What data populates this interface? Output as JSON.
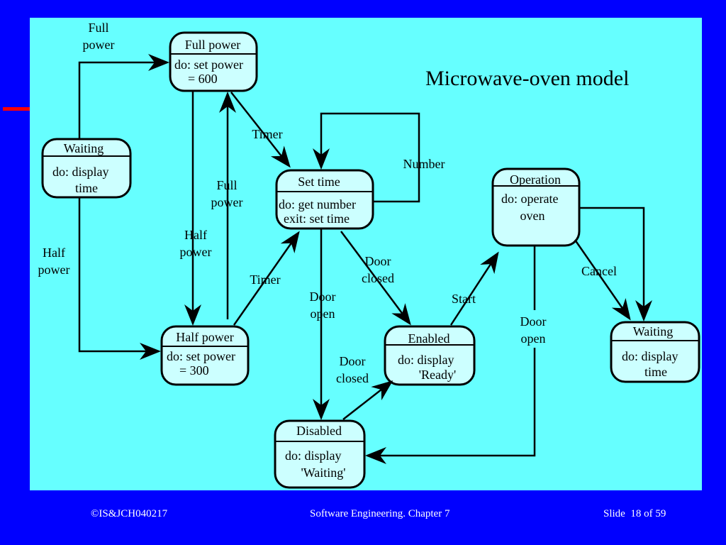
{
  "title": "Microwave-oven model",
  "states": {
    "full_power": {
      "name": "Full power",
      "activity": [
        "do: set power",
        "= 600"
      ]
    },
    "waiting_left": {
      "name": "Waiting",
      "activity": [
        "do: display",
        "time"
      ]
    },
    "half_power": {
      "name": "Half power",
      "activity": [
        "do: set power",
        "= 300"
      ]
    },
    "set_time": {
      "name": "Set time",
      "activity": [
        "do: get number",
        "exit: set time"
      ]
    },
    "disabled": {
      "name": "Disabled",
      "activity": [
        "do: display",
        "'Waiting'"
      ]
    },
    "enabled": {
      "name": "Enabled",
      "activity": [
        "do: display",
        "'Ready'"
      ]
    },
    "operation": {
      "name": "Operation",
      "activity": [
        "do: operate",
        "oven"
      ]
    },
    "waiting_right": {
      "name": "Waiting",
      "activity": [
        "do: display",
        "time"
      ]
    }
  },
  "transitions": {
    "full_power_top": [
      "Full",
      "power"
    ],
    "half_power_left": [
      "Half",
      "power"
    ],
    "full_power_mid": [
      "Full",
      "power"
    ],
    "half_power_mid": [
      "Half",
      "power"
    ],
    "timer_top": "Timer",
    "timer_bottom": "Timer",
    "number": "Number",
    "door_closed_top": [
      "Door",
      "closed"
    ],
    "door_open_mid": [
      "Door",
      "open"
    ],
    "door_closed_bottom": [
      "Door",
      "closed"
    ],
    "start": "Start",
    "cancel": "Cancel",
    "door_open_right": [
      "Door",
      "open"
    ]
  },
  "footer": {
    "left": "©IS&JCH040217",
    "center": "Software Engineering. Chapter 7",
    "right": "Slide  18 of 59"
  },
  "colors": {
    "background": "#0000ff",
    "panel": "#66ffff",
    "state_fill": "#ccffff",
    "accent_mark": "#ff0000"
  }
}
